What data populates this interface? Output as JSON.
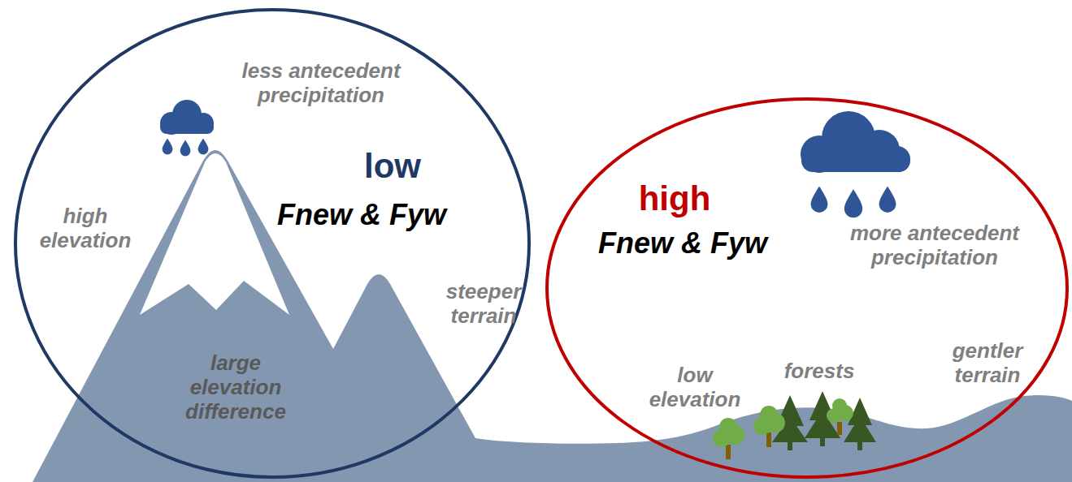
{
  "diagram": {
    "nodes": [
      {
        "text": [
          "less antecedent precipitation",
          "low",
          "Fnew & Fyw",
          "high elevation",
          "steeper terrain",
          "large elevation difference"
        ]
      },
      {
        "text": [
          "high",
          "Fnew & Fyw",
          "more antecedent precipitation",
          "low elevation",
          "forests",
          "gentler terrain"
        ]
      }
    ]
  }
}
